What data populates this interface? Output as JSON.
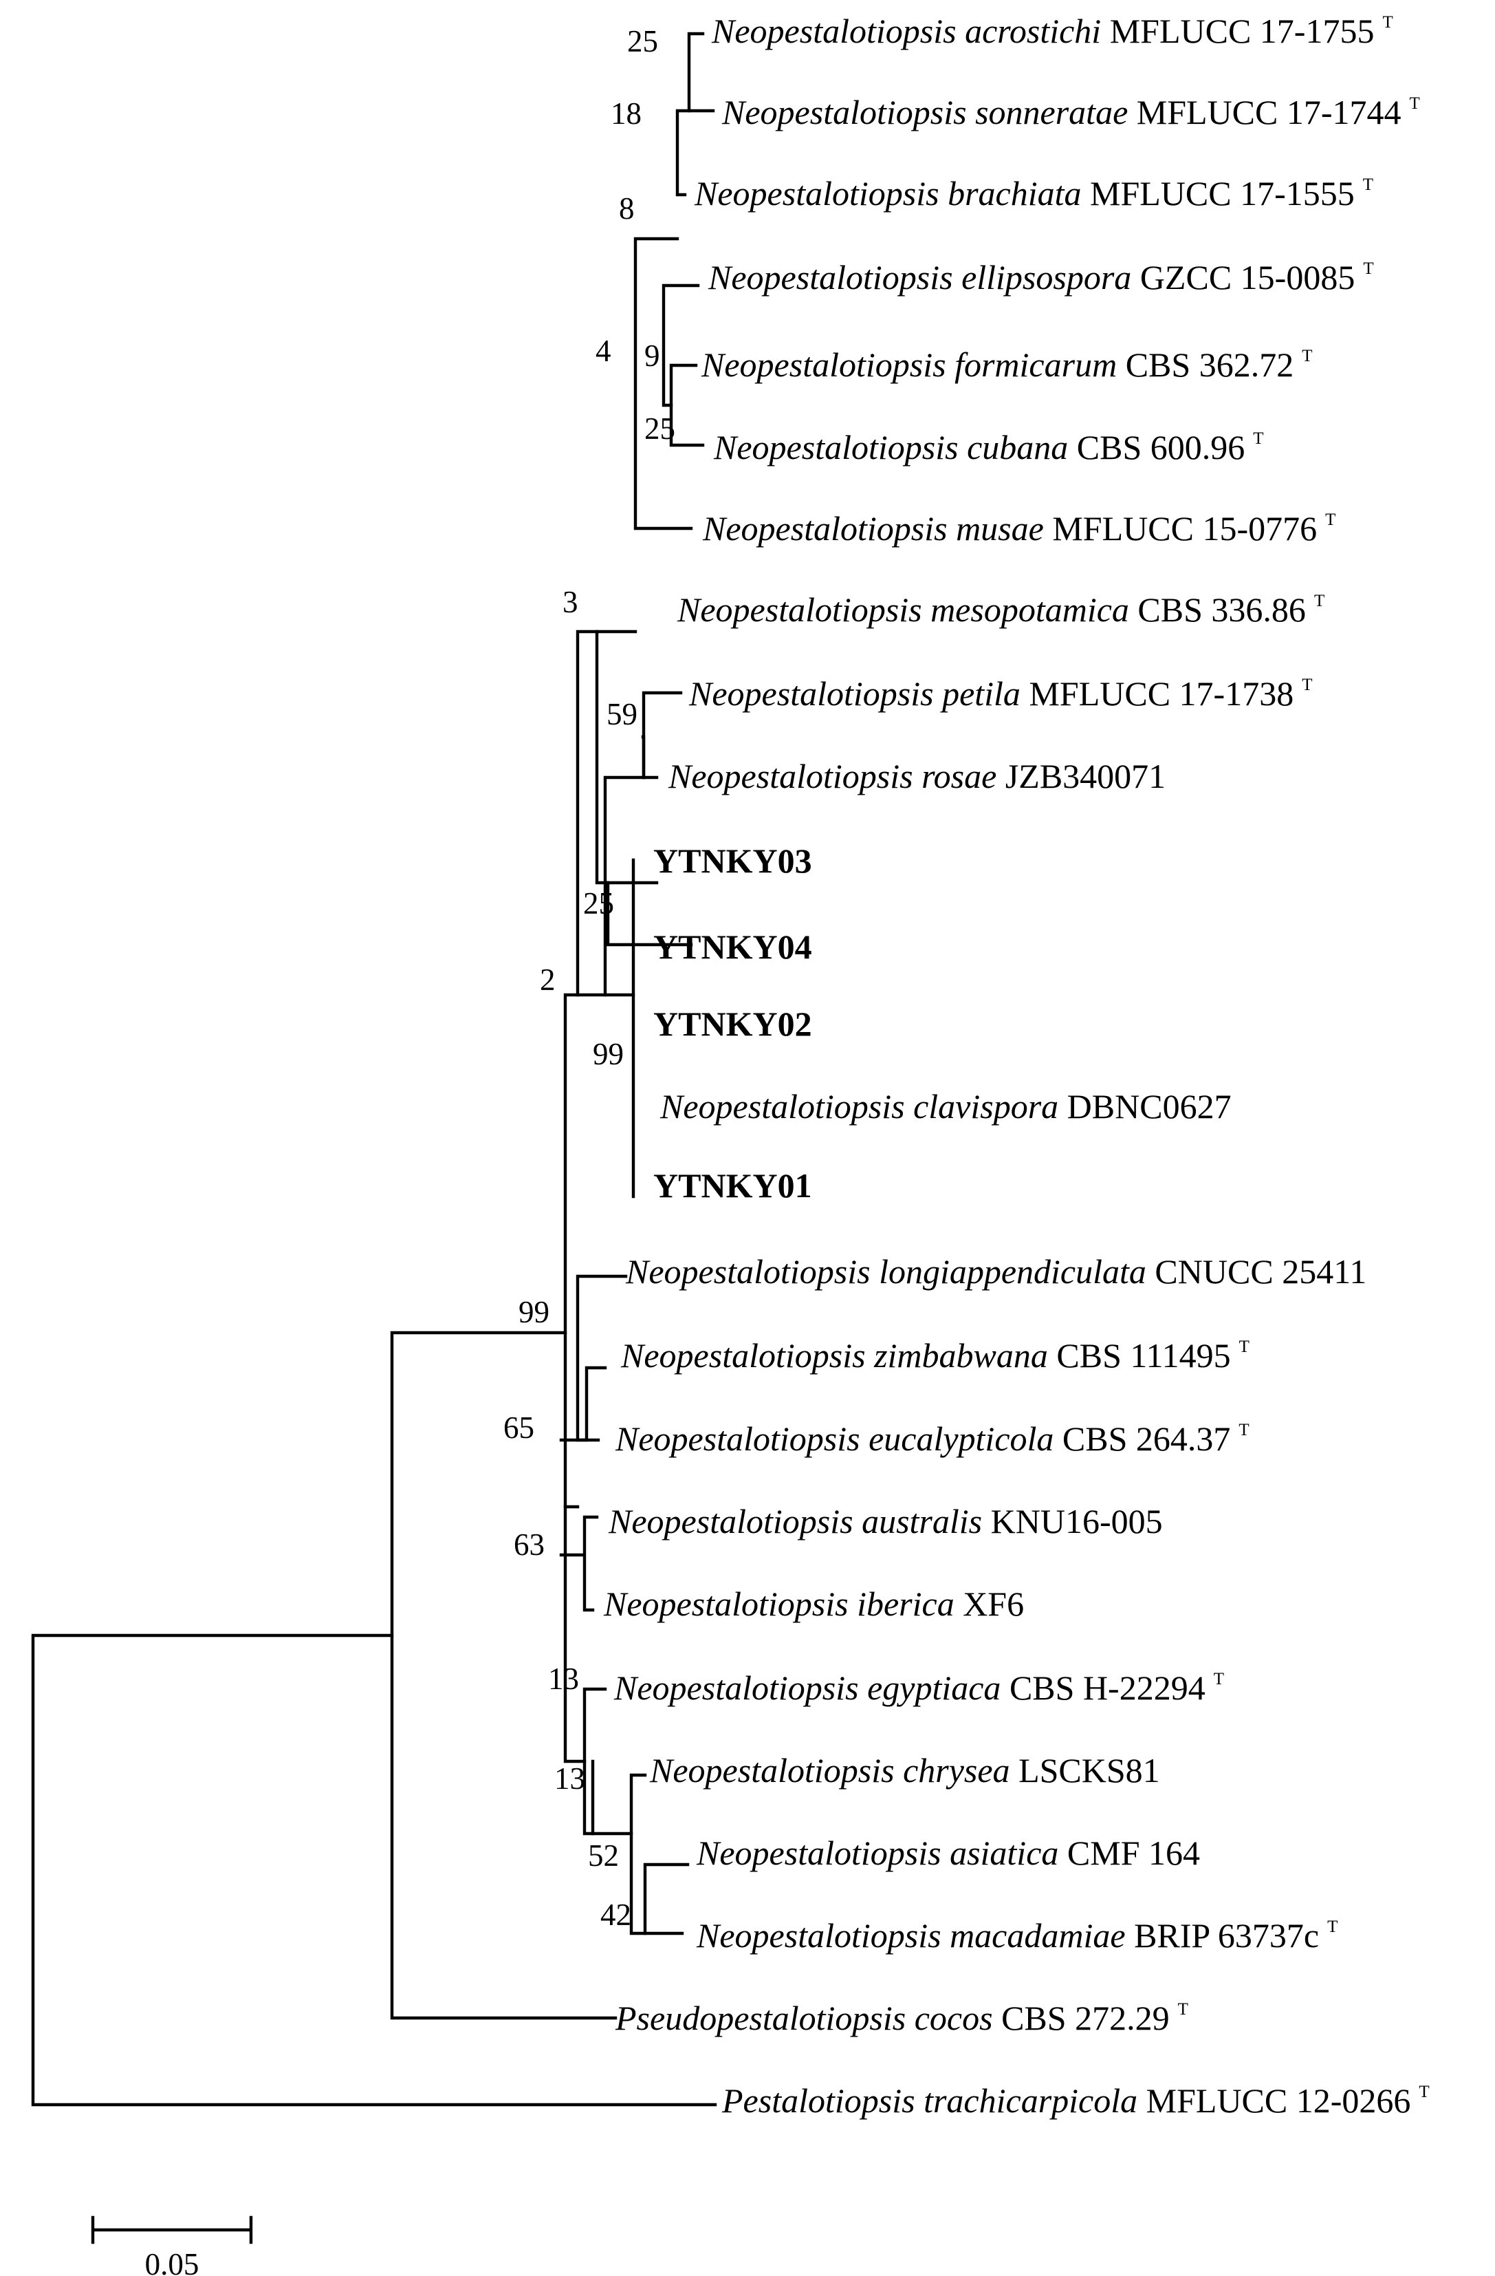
{
  "taxa": [
    {
      "genus": "Neopestalotiopsis",
      "epithet": "acrostichi",
      "strain": "MFLUCC 17-1755",
      "type_mark": "T"
    },
    {
      "genus": "Neopestalotiopsis",
      "epithet": "sonneratae",
      "strain": "MFLUCC 17-1744",
      "type_mark": "T"
    },
    {
      "genus": "Neopestalotiopsis",
      "epithet": "brachiata",
      "strain": "MFLUCC 17-1555",
      "type_mark": "T"
    },
    {
      "genus": "Neopestalotiopsis",
      "epithet": "ellipsospora",
      "strain": "GZCC 15-0085",
      "type_mark": "T"
    },
    {
      "genus": "Neopestalotiopsis",
      "epithet": "formicarum",
      "strain": "CBS 362.72",
      "type_mark": "T"
    },
    {
      "genus": "Neopestalotiopsis",
      "epithet": "cubana",
      "strain": "CBS 600.96",
      "type_mark": "T"
    },
    {
      "genus": "Neopestalotiopsis",
      "epithet": "musae",
      "strain": "MFLUCC 15-0776",
      "type_mark": "T"
    },
    {
      "genus": "Neopestalotiopsis",
      "epithet": "mesopotamica",
      "strain": "CBS 336.86",
      "type_mark": "T"
    },
    {
      "genus": "Neopestalotiopsis",
      "epithet": "petila",
      "strain": "MFLUCC 17-1738",
      "type_mark": "T"
    },
    {
      "genus": "Neopestalotiopsis",
      "epithet": "rosae",
      "strain": "JZB340071",
      "type_mark": ""
    },
    {
      "genus": "",
      "epithet": "",
      "strain": "YTNKY03",
      "type_mark": "",
      "bold": true
    },
    {
      "genus": "",
      "epithet": "",
      "strain": "YTNKY04",
      "type_mark": "",
      "bold": true
    },
    {
      "genus": "",
      "epithet": "",
      "strain": "YTNKY02",
      "type_mark": "",
      "bold": true
    },
    {
      "genus": "Neopestalotiopsis",
      "epithet": "clavispora",
      "strain": "DBNC0627",
      "type_mark": ""
    },
    {
      "genus": "",
      "epithet": "",
      "strain": "YTNKY01",
      "type_mark": "",
      "bold": true
    },
    {
      "genus": "Neopestalotiopsis",
      "epithet": "longiappendiculata",
      "strain": "CNUCC 25411",
      "type_mark": ""
    },
    {
      "genus": "Neopestalotiopsis",
      "epithet": "zimbabwana",
      "strain": "CBS 111495",
      "type_mark": "T"
    },
    {
      "genus": "Neopestalotiopsis",
      "epithet": "eucalypticola",
      "strain": "CBS 264.37",
      "type_mark": "T"
    },
    {
      "genus": "Neopestalotiopsis",
      "epithet": "australis",
      "strain": "KNU16-005",
      "type_mark": ""
    },
    {
      "genus": "Neopestalotiopsis",
      "epithet": "iberica",
      "strain": "XF6",
      "type_mark": ""
    },
    {
      "genus": "Neopestalotiopsis",
      "epithet": "egyptiaca",
      "strain": "CBS H-22294",
      "type_mark": "T"
    },
    {
      "genus": "Neopestalotiopsis",
      "epithet": "chrysea",
      "strain": "LSCKS81",
      "type_mark": ""
    },
    {
      "genus": "Neopestalotiopsis",
      "epithet": "asiatica",
      "strain": "CMF 164",
      "type_mark": ""
    },
    {
      "genus": "Neopestalotiopsis",
      "epithet": "macadamiae",
      "strain": "BRIP 63737c",
      "type_mark": "T"
    },
    {
      "genus": "Pseudopestalotiopsis",
      "epithet": "cocos",
      "strain": "CBS 272.29",
      "type_mark": "T"
    },
    {
      "genus": "Pestalotiopsis",
      "epithet": "trachicarpicola",
      "strain": "MFLUCC 12-0266",
      "type_mark": "T"
    }
  ],
  "bootstrap": [
    "25",
    "18",
    "8",
    "9",
    "25",
    "4",
    "3",
    "59",
    "25",
    "99",
    "2",
    "99",
    "65",
    "63",
    "13",
    "13",
    "52",
    "42"
  ],
  "scale_bar": {
    "label": "0.05"
  }
}
